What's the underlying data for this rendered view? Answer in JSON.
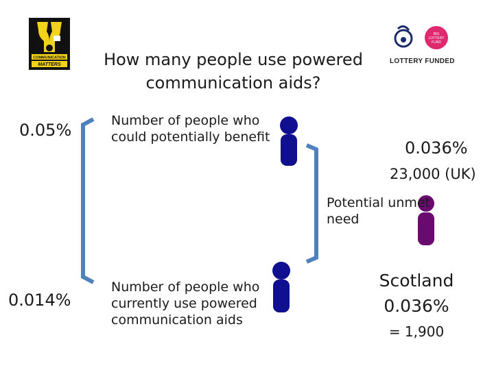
{
  "logo_left": {
    "line1": "COMMUNICATION",
    "line2": "MATTERS"
  },
  "logo_right": {
    "text": "LOTTERY FUNDED"
  },
  "title": {
    "line1": "How many people use powered",
    "line2": "communication aids?"
  },
  "left_bracket": {
    "top_value": "0.05%",
    "bottom_value": "0.014%"
  },
  "top_label": {
    "line1": "Number of people who",
    "line2": "could potentially benefit"
  },
  "bottom_label": {
    "line1": "Number of people who",
    "line2": "currently use powered",
    "line3": "communication aids"
  },
  "uk": {
    "percent": "0.036%",
    "count": "23,000 (UK)"
  },
  "unmet": {
    "line1": "Potential unmet",
    "line2": "need"
  },
  "scotland": {
    "name": "Scotland",
    "percent": "0.036%",
    "count": "= 1,900"
  },
  "colors": {
    "bracket": "#4f81bd",
    "person_blue": "#0f0f8f",
    "person_purple": "#6a0a6e",
    "lottery_pink": "#e0286e"
  }
}
